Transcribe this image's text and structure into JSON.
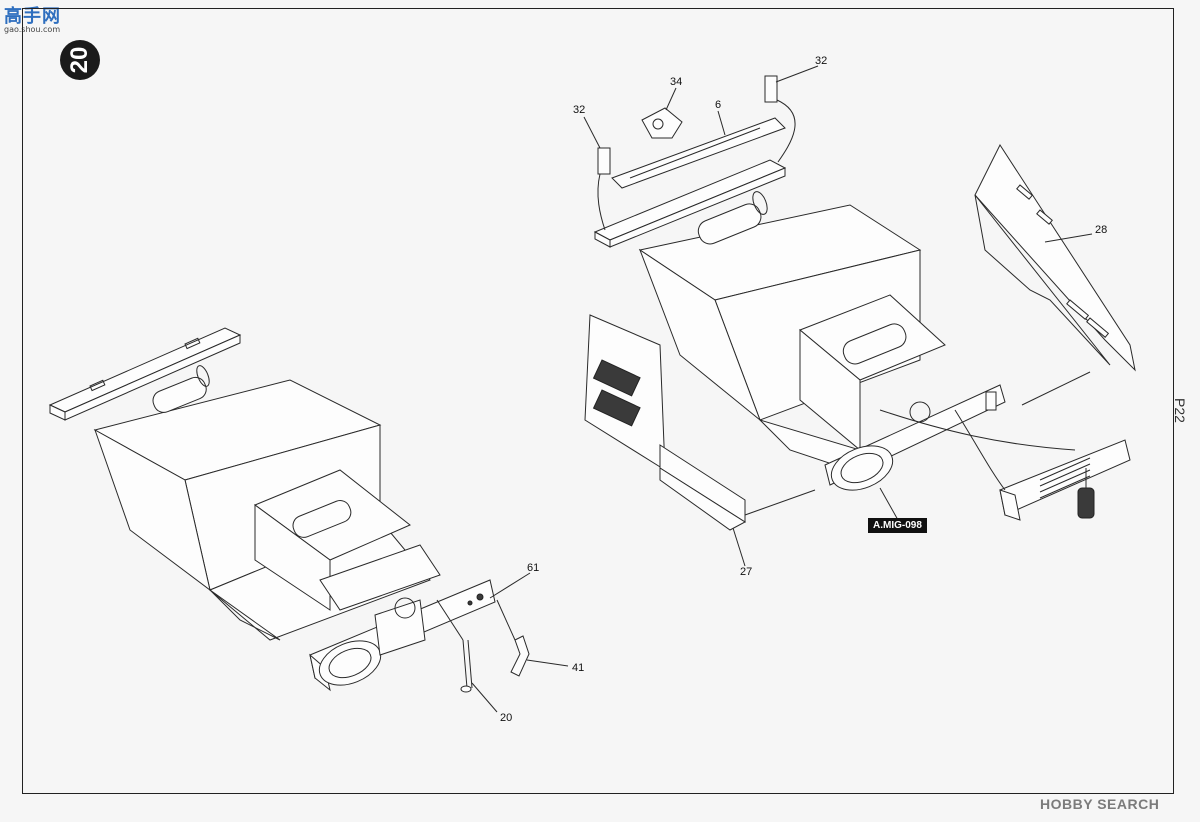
{
  "watermark_top": {
    "brand_cn": "高手网",
    "url": "gao.shou.com"
  },
  "step": {
    "number": "20"
  },
  "page": {
    "number": "P22"
  },
  "callouts": [
    {
      "id": "c32a",
      "text": "32"
    },
    {
      "id": "c34",
      "text": "34"
    },
    {
      "id": "c6",
      "text": "6"
    },
    {
      "id": "c32b",
      "text": "32"
    },
    {
      "id": "c28",
      "text": "28"
    },
    {
      "id": "c27",
      "text": "27"
    },
    {
      "id": "c61",
      "text": "61"
    },
    {
      "id": "c41",
      "text": "41"
    },
    {
      "id": "c20",
      "text": "20"
    }
  ],
  "paint_reference": {
    "code": "A.MIG-098"
  },
  "watermark_bottom": {
    "brand": "HOBBY SEARCH"
  },
  "colors": {
    "line": "#2a2a2a",
    "badge": "#1b1b1b",
    "paper": "#f6f6f6"
  }
}
